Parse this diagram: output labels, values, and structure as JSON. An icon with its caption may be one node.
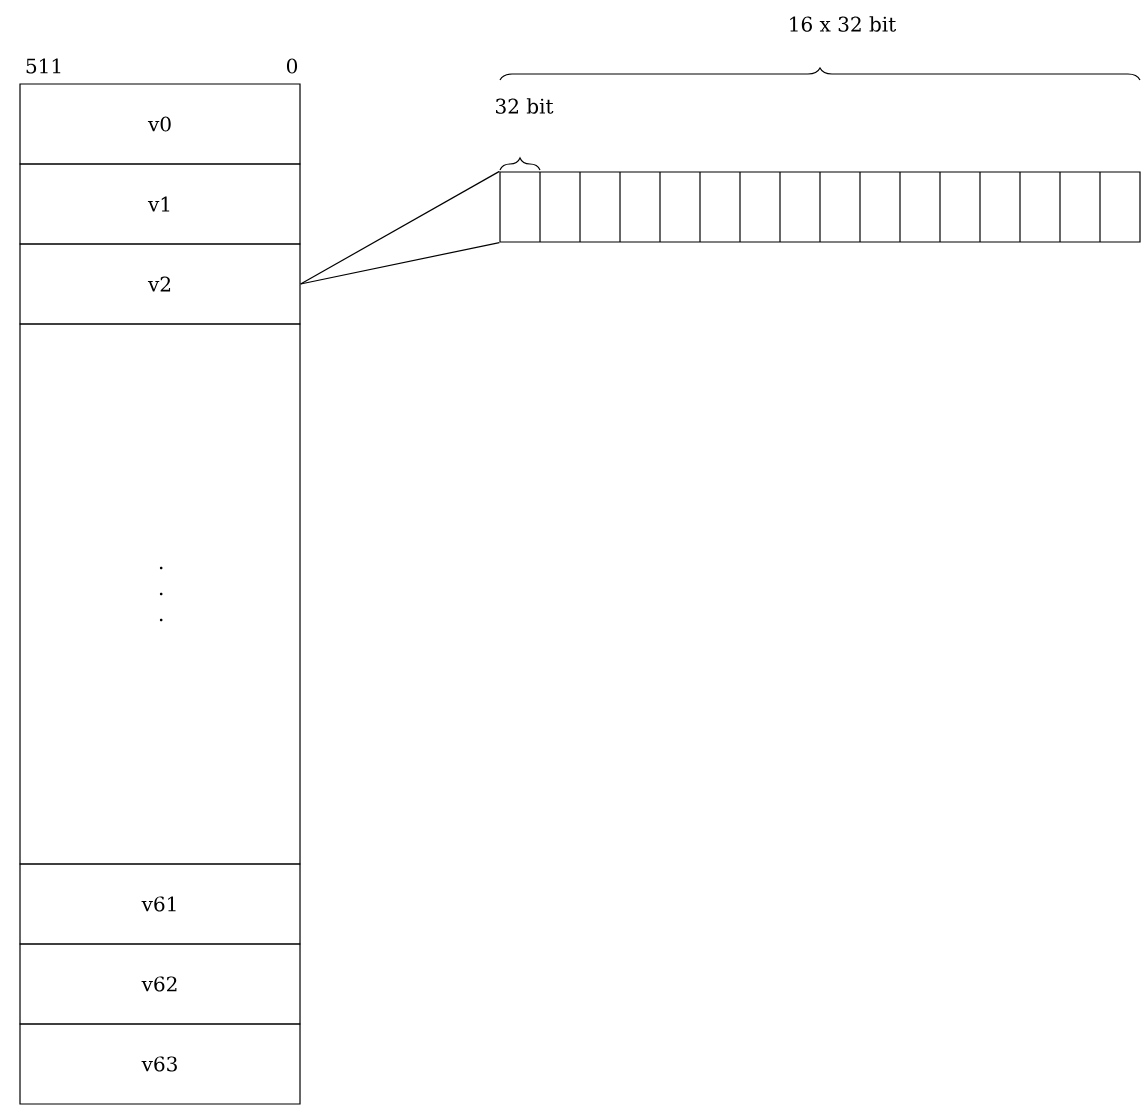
{
  "diagram": {
    "nodes": [
      {
        "text": [
          "v0"
        ]
      },
      {
        "text": [
          "v1"
        ]
      },
      {
        "text": [
          "v2"
        ]
      },
      {
        "text": [
          ". . ."
        ]
      },
      {
        "text": [
          "v61"
        ]
      },
      {
        "text": [
          "v62"
        ]
      },
      {
        "text": [
          "v63"
        ]
      },
      {
        "text": [],
        "shape": "box"
      }
    ],
    "edges": [
      {
        "from": 2,
        "to": 7,
        "arrow": "none"
      },
      {
        "from": 2,
        "to": 7,
        "arrow": "none"
      }
    ],
    "labels": [
      "511",
      "0",
      "32 bit",
      "16 x 32 bit"
    ]
  }
}
